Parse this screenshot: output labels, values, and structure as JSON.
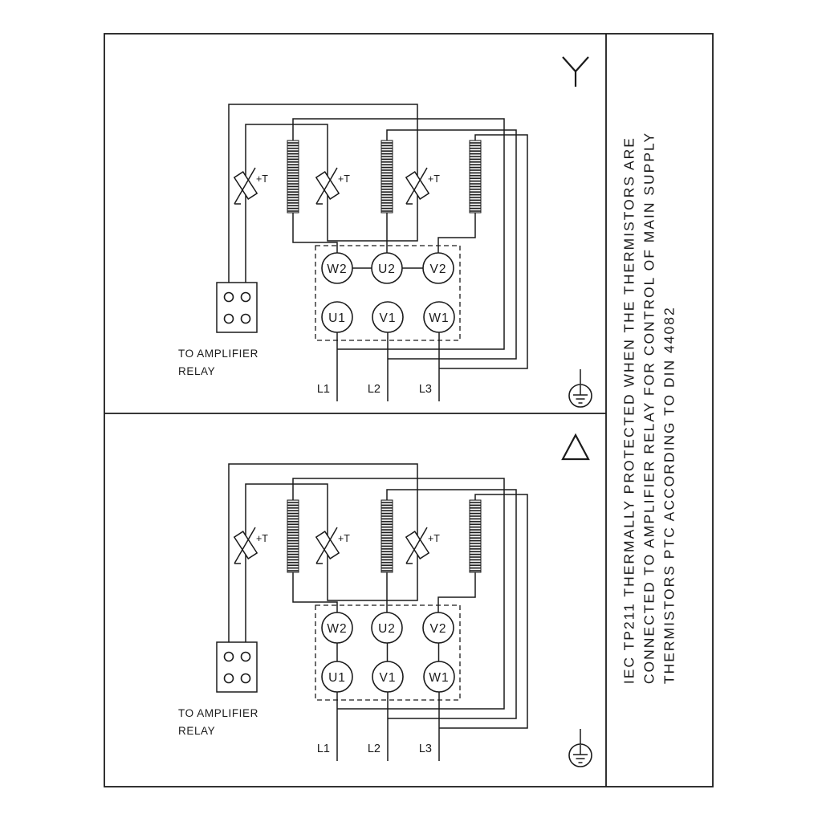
{
  "colors": {
    "ink": "#1b1b1b",
    "background": "#ffffff"
  },
  "sidebar": {
    "lines": [
      "IEC TP211 THERMALLY PROTECTED WHEN THE THERMISTORS ARE",
      "CONNECTED TO AMPLIFIER RELAY FOR CONTROL OF MAIN SUPPLY",
      "THERMISTORS PTC ACCORDING TO DIN 44082"
    ]
  },
  "panels": {
    "top": {
      "connection_icon": "star-icon",
      "terminals_top": [
        "W2",
        "U2",
        "V2"
      ],
      "terminals_bottom": [
        "U1",
        "V1",
        "W1"
      ],
      "thermistor_label": "+T",
      "relay_note": {
        "line1": "TO AMPLIFIER",
        "line2": "RELAY"
      },
      "supply": [
        "L1",
        "L2",
        "L3"
      ],
      "earth_icon": "ground-icon"
    },
    "bottom": {
      "connection_icon": "delta-icon",
      "terminals_top": [
        "W2",
        "U2",
        "V2"
      ],
      "terminals_bottom": [
        "U1",
        "V1",
        "W1"
      ],
      "thermistor_label": "+T",
      "relay_note": {
        "line1": "TO AMPLIFIER",
        "line2": "RELAY"
      },
      "supply": [
        "L1",
        "L2",
        "L3"
      ],
      "earth_icon": "ground-icon"
    }
  }
}
